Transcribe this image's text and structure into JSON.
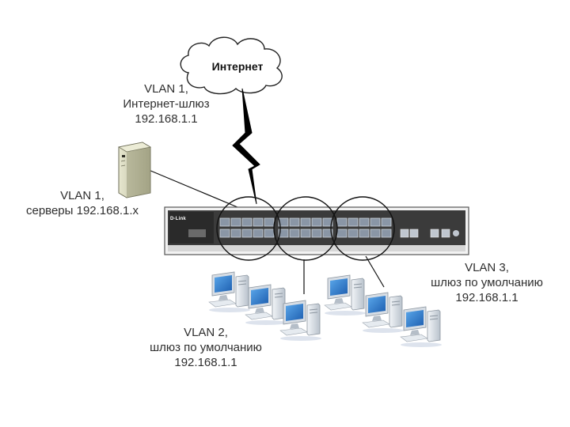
{
  "cloud": {
    "label": "Интернет",
    "icon": "cloud-icon"
  },
  "switch": {
    "brand": "D-Link",
    "icon": "network-switch-icon"
  },
  "vlan1_gateway": {
    "line1": "VLAN 1,",
    "line2": "Интернет-шлюз",
    "line3": "192.168.1.1"
  },
  "vlan1_servers": {
    "line1": "VLAN 1,",
    "line2": "серверы 192.168.1.x"
  },
  "vlan2": {
    "line1": "VLAN 2,",
    "line2": "шлюз по умолчанию",
    "line3": "192.168.1.1"
  },
  "vlan3": {
    "line1": "VLAN 3,",
    "line2": "шлюз по умолчанию",
    "line3": "192.168.1.1"
  },
  "colors": {
    "switch_body": "#e9e9e9",
    "switch_dark": "#3a3a3a",
    "server": "#c9c9a8",
    "monitor_screen": "#2f86d6",
    "pc_body": "#dfe6ee",
    "lightning": "#000000"
  }
}
